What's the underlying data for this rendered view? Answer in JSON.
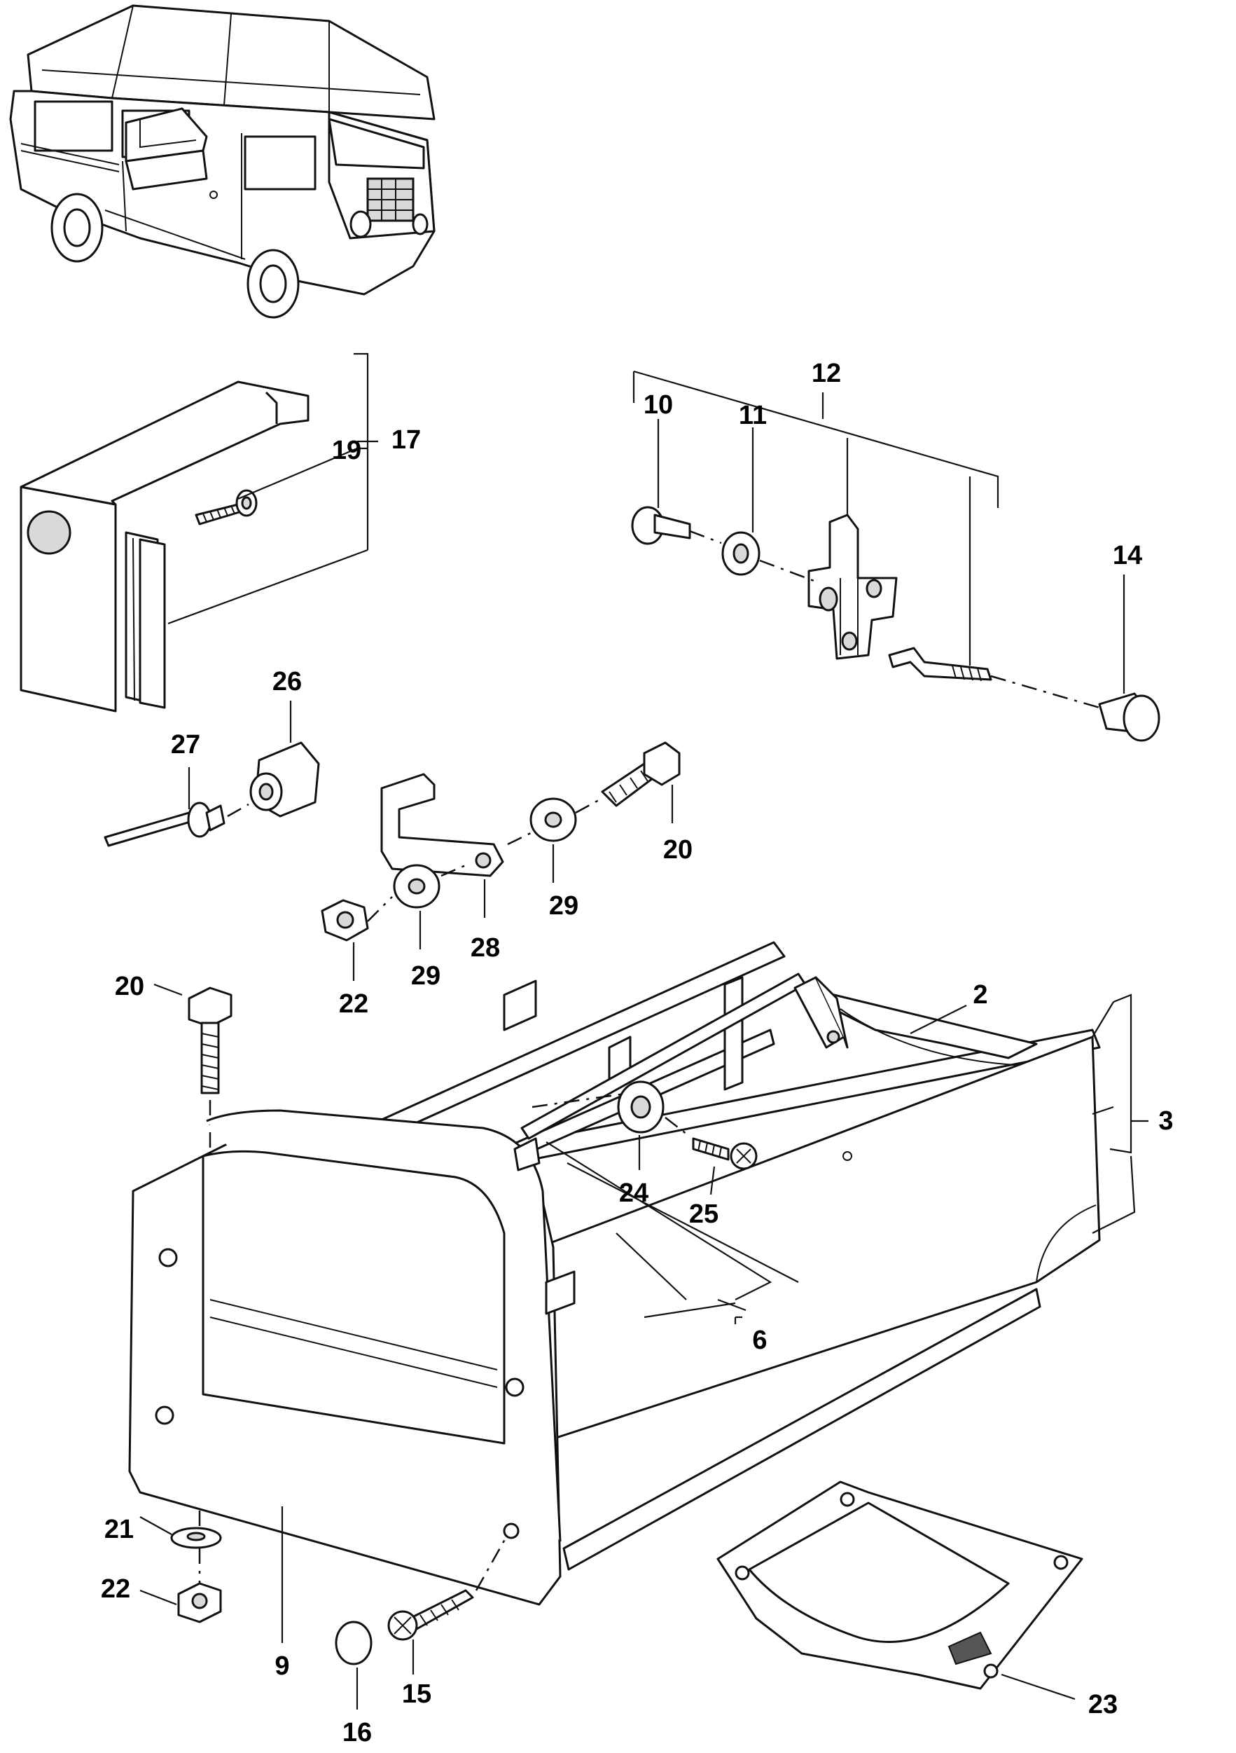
{
  "diagram": {
    "callouts": [
      {
        "id": "c2",
        "label": "2"
      },
      {
        "id": "c3",
        "label": "3"
      },
      {
        "id": "c6",
        "label": "6"
      },
      {
        "id": "c9",
        "label": "9"
      },
      {
        "id": "c10",
        "label": "10"
      },
      {
        "id": "c11",
        "label": "11"
      },
      {
        "id": "c12",
        "label": "12"
      },
      {
        "id": "c14",
        "label": "14"
      },
      {
        "id": "c15",
        "label": "15"
      },
      {
        "id": "c16",
        "label": "16"
      },
      {
        "id": "c17",
        "label": "17"
      },
      {
        "id": "c19",
        "label": "19"
      },
      {
        "id": "c20a",
        "label": "20"
      },
      {
        "id": "c20b",
        "label": "20"
      },
      {
        "id": "c21",
        "label": "21"
      },
      {
        "id": "c22a",
        "label": "22"
      },
      {
        "id": "c22b",
        "label": "22"
      },
      {
        "id": "c23",
        "label": "23"
      },
      {
        "id": "c24",
        "label": "24"
      },
      {
        "id": "c25",
        "label": "25"
      },
      {
        "id": "c26",
        "label": "26"
      },
      {
        "id": "c27",
        "label": "27"
      },
      {
        "id": "c28",
        "label": "28"
      },
      {
        "id": "c29a",
        "label": "29"
      },
      {
        "id": "c29b",
        "label": "29"
      }
    ]
  }
}
